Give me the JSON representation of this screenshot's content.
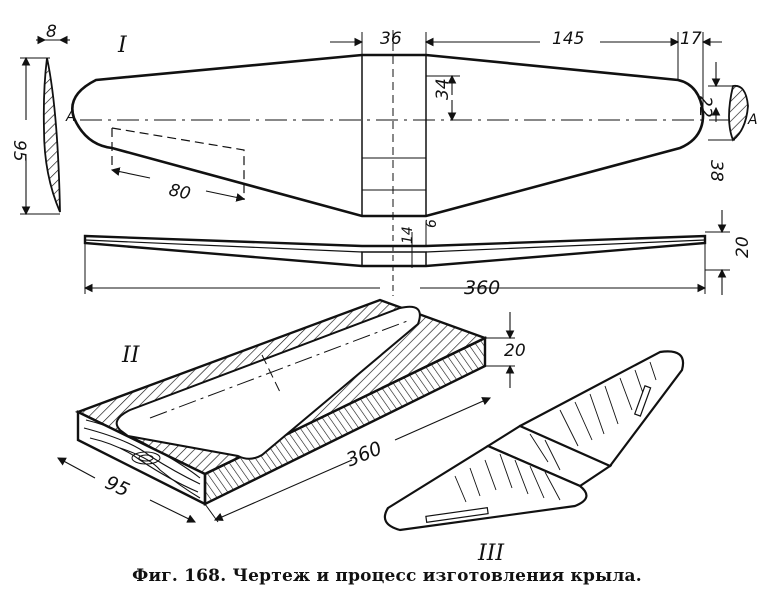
{
  "figure_1": {
    "roman": "I",
    "dims": {
      "top_thickness": "8",
      "chord_root": "95",
      "center_width": "36",
      "span_half": "145",
      "tip_width": "17",
      "tip_chord": "22",
      "tip_chord_full": "38",
      "center_depth": "34",
      "diagonal": "80",
      "side_thickness_a": "14",
      "side_thickness_b": "6",
      "height": "20",
      "total_span": "360"
    },
    "section_labels": {
      "left": "A",
      "right": "A"
    }
  },
  "figure_2": {
    "roman": "II",
    "dims": {
      "height": "20",
      "length": "360",
      "width": "95"
    }
  },
  "figure_3": {
    "roman": "III"
  },
  "caption": "Фиг. 168. Чертеж и процесс изготовления крыла."
}
